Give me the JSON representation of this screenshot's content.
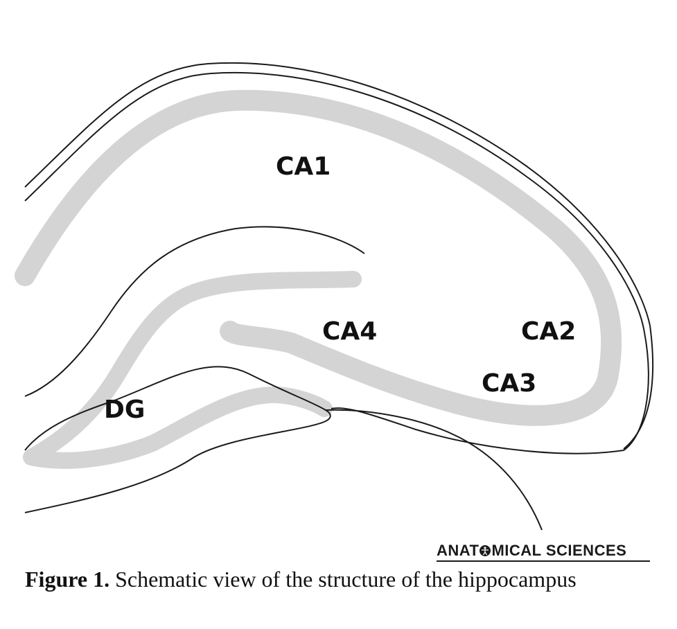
{
  "diagram": {
    "labels": {
      "ca1": "CA1",
      "ca2": "CA2",
      "ca3": "CA3",
      "ca4": "CA4",
      "dg": "DG"
    },
    "colors": {
      "outline": "#1a1a1a",
      "cell_layer": "#d4d4d4",
      "background": "#ffffff"
    }
  },
  "logo": {
    "text_before": "ANAT",
    "text_after": "MICAL SCIENCES"
  },
  "caption": {
    "figure_number": "Figure 1.",
    "text": "Schematic view of the structure of the hippocampus"
  }
}
